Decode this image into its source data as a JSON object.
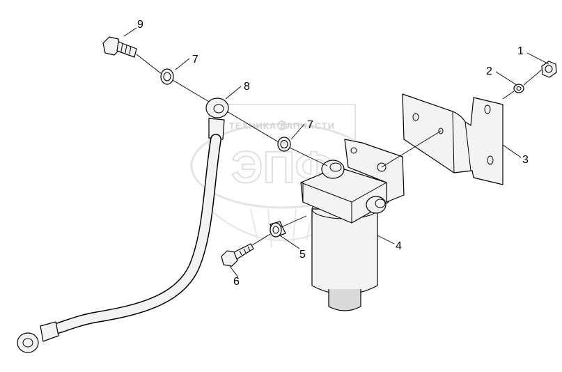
{
  "watermark": {
    "brand_text": "ТЕХНИКА  ЗАПЧАСТИ",
    "logo_letters": "ЭПФ"
  },
  "callouts": [
    {
      "id": "1",
      "part": "nut"
    },
    {
      "id": "2",
      "part": "lock-washer"
    },
    {
      "id": "3",
      "part": "bracket"
    },
    {
      "id": "4",
      "part": "fuel-filter"
    },
    {
      "id": "5",
      "part": "bushing"
    },
    {
      "id": "6",
      "part": "bolt"
    },
    {
      "id": "7",
      "part": "sealing-washer-top"
    },
    {
      "id": "7",
      "part": "sealing-washer-mid"
    },
    {
      "id": "8",
      "part": "fuel-hose"
    },
    {
      "id": "9",
      "part": "banjo-bolt"
    }
  ],
  "colors": {
    "line": "#000000",
    "watermark": "#c8c8c8",
    "background": "#ffffff"
  }
}
